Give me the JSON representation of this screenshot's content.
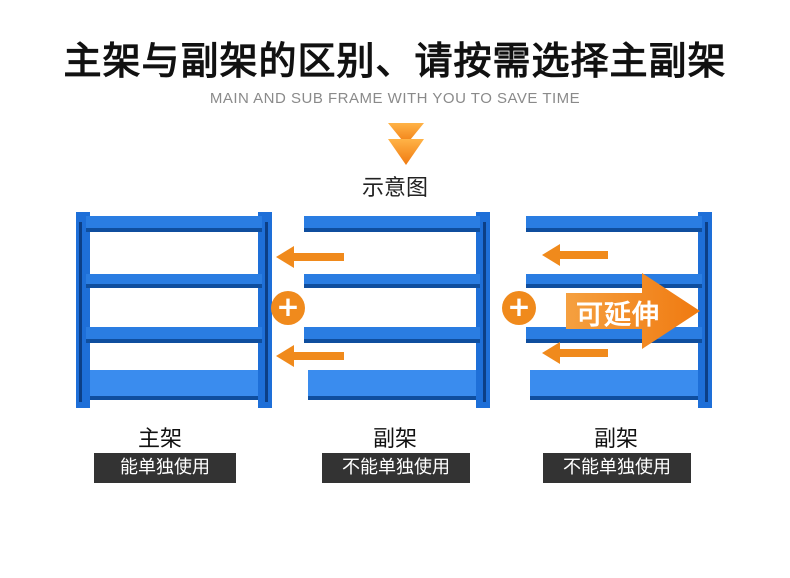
{
  "header": {
    "title": "主架与副架的区别、请按需选择主副架",
    "subtitle": "MAIN AND SUB FRAME WITH YOU TO SAVE TIME",
    "diagram_label": "示意图"
  },
  "colors": {
    "rack_blue": "#1e6fd8",
    "accent_orange": "#f08a1c",
    "badge_bg": "#333333"
  },
  "racks": [
    {
      "label": "主架",
      "badge": "能单独使用"
    },
    {
      "label": "副架",
      "badge": "不能单独使用"
    },
    {
      "label": "副架",
      "badge": "不能单独使用"
    }
  ],
  "extend_label": "可延伸",
  "plus_symbol": "+"
}
